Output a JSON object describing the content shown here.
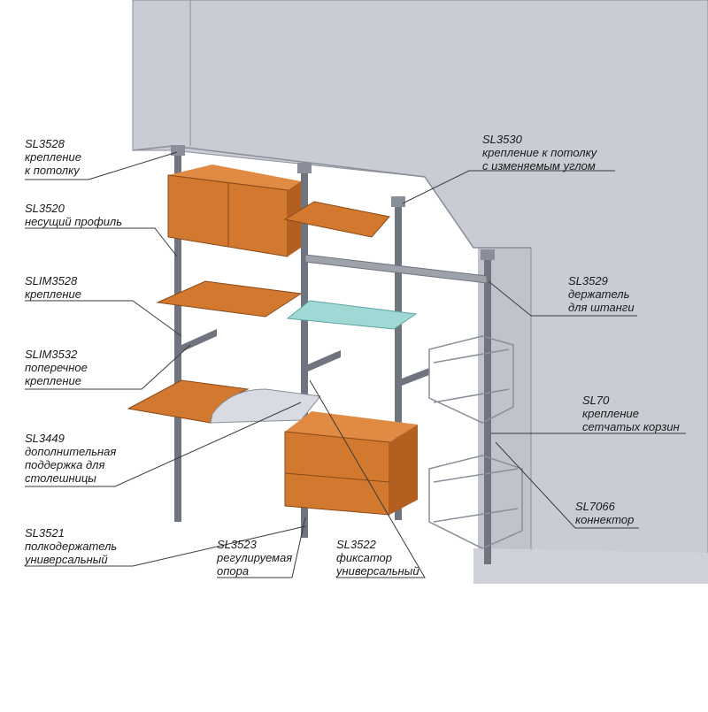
{
  "labels": {
    "sl3528": {
      "code": "SL3528",
      "desc": "крепление\nк потолку"
    },
    "sl3520": {
      "code": "SL3520",
      "desc": "несущий профиль"
    },
    "slim3528": {
      "code": "SLIM3528",
      "desc": "крепление"
    },
    "slim3532": {
      "code": "SLIM3532",
      "desc": "поперечное\nкрепление"
    },
    "sl3449": {
      "code": "SL3449",
      "desc": "дополнительная\nподдержка для\nстолешницы"
    },
    "sl3521": {
      "code": "SL3521",
      "desc": "полкодержатель\nуниверсальный"
    },
    "sl3523": {
      "code": "SL3523",
      "desc": "регулируемая\nопора"
    },
    "sl3522": {
      "code": "SL3522",
      "desc": "фиксатор\nуниверсальный"
    },
    "sl3530": {
      "code": "SL3530",
      "desc": "крепление к потолку\nс изменяемым углом"
    },
    "sl3529": {
      "code": "SL3529",
      "desc": "держатель\nдля штанги"
    },
    "sl70": {
      "code": "SL70",
      "desc": "крепление\nсетчатых корзин"
    },
    "sl7066": {
      "code": "SL7066",
      "desc": "коннектор"
    }
  },
  "colors": {
    "wall": "#c9ccd4",
    "wall_edge": "#8a8e98",
    "wood": "#d2782f",
    "wood_dark": "#b35f1f",
    "profile": "#6f747e",
    "glass": "#9fd8d4",
    "leader": "#3a3a3a"
  }
}
